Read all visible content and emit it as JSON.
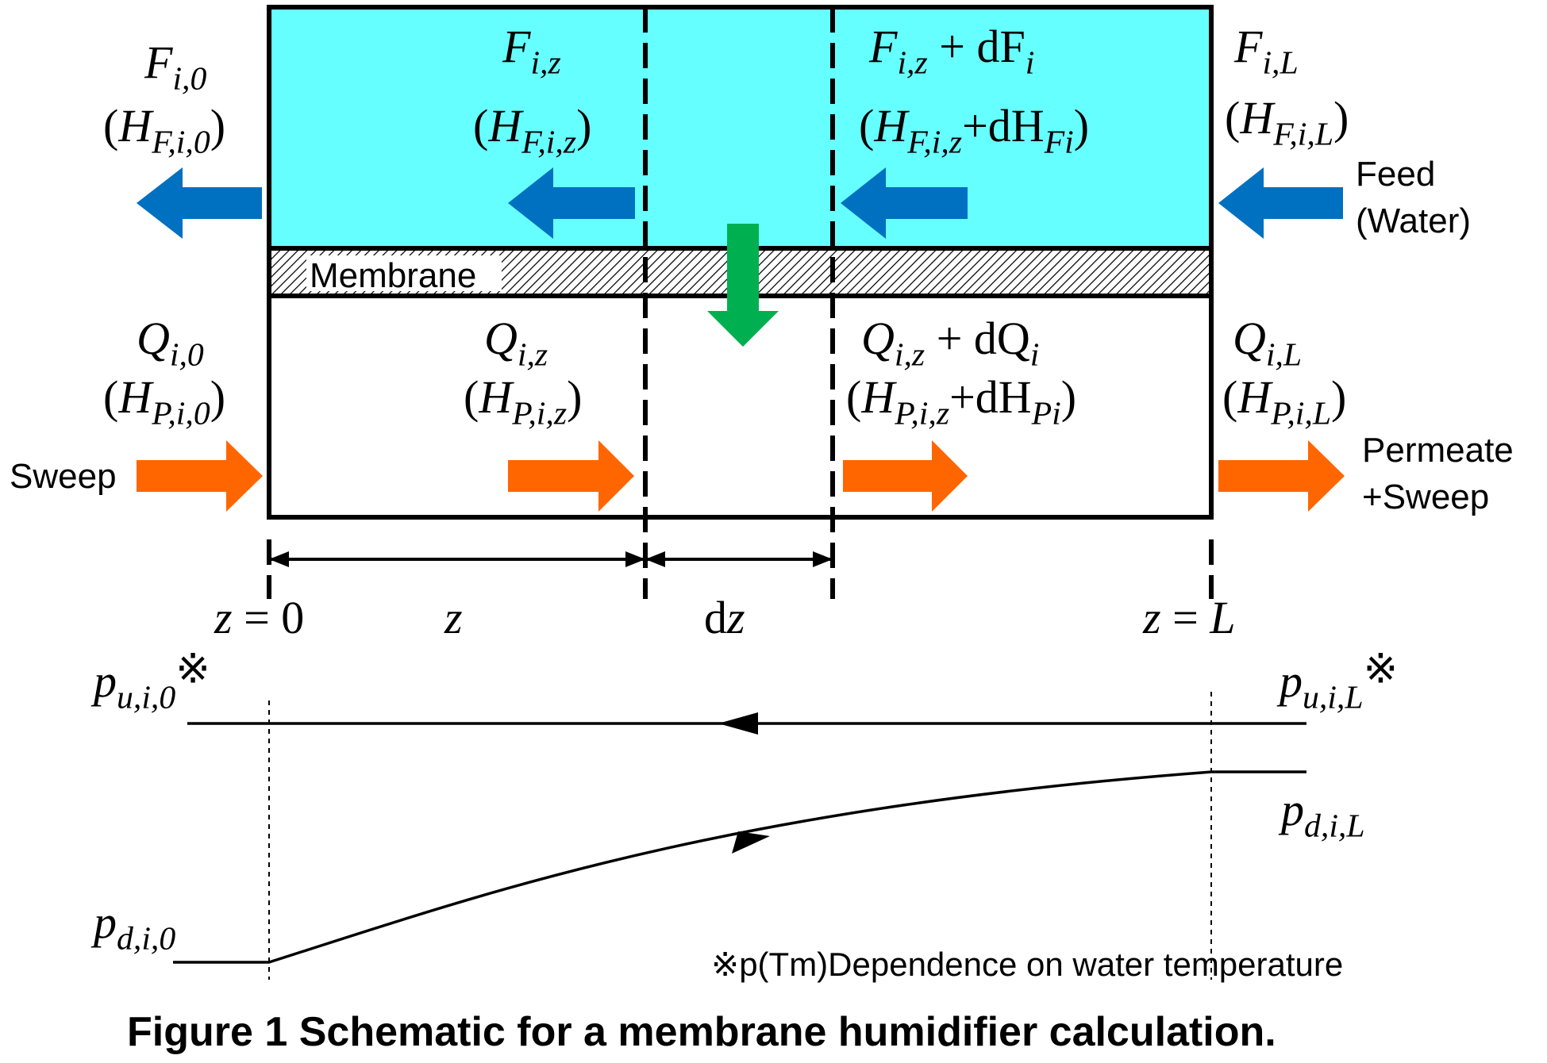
{
  "labels": {
    "F_i0": {
      "base": "F",
      "sub": "i,0"
    },
    "F_iz": {
      "base": "F",
      "sub": "i,z"
    },
    "F_iz_dF": {
      "base": "F",
      "sub": "i,z",
      "mid": " + dF",
      "sub2": "i"
    },
    "F_iL": {
      "base": "F",
      "sub": "i,L"
    },
    "HF_i0": {
      "open": "(H",
      "sub": "F,i,0",
      "close": ")"
    },
    "HF_iz": {
      "open": "(H",
      "sub": "F,i,z",
      "close": ")"
    },
    "HF_iz_dH": {
      "open": "(H",
      "sub": "F,i,z",
      "mid": "+dH",
      "sub2": "Fi",
      "close": ")"
    },
    "HF_iL": {
      "open": "(H",
      "sub": "F,i,L",
      "close": ")"
    },
    "Q_i0": {
      "base": "Q",
      "sub": "i,0"
    },
    "Q_iz": {
      "base": "Q",
      "sub": "i,z"
    },
    "Q_iz_dQ": {
      "base": "Q",
      "sub": "i,z",
      "mid": " + dQ",
      "sub2": "i"
    },
    "Q_iL": {
      "base": "Q",
      "sub": "i,L"
    },
    "HP_i0": {
      "open": "(H",
      "sub": "P,i,0",
      "close": ")"
    },
    "HP_iz": {
      "open": "(H",
      "sub": "P,i,z",
      "close": ")"
    },
    "HP_iz_dH": {
      "open": "(H",
      "sub": "P,i,z",
      "mid": "+dH",
      "sub2": "Pi",
      "close": ")"
    },
    "HP_iL": {
      "open": "(H",
      "sub": "P,i,L",
      "close": ")"
    },
    "membrane": "Membrane",
    "feed_line1": "Feed",
    "feed_line2": "(Water)",
    "sweep": "Sweep",
    "permeate_line1": "Permeate",
    "permeate_line2": "+Sweep",
    "z0": "z = 0",
    "z": "z",
    "dz": "dz",
    "zL": "z = L",
    "pu_i0": {
      "base": "p",
      "sub": "u,i,0",
      "mark": "※"
    },
    "pu_iL": {
      "base": "p",
      "sub": "u,i,L",
      "mark": "※"
    },
    "pd_iL": {
      "base": "p",
      "sub": "d,i,L"
    },
    "pd_i0": {
      "base": "p",
      "sub": "d,i,0"
    },
    "footnote": "※p(Tm)Dependence on water temperature",
    "caption": "Figure 1  Schematic for a membrane humidifier calculation."
  },
  "colors": {
    "feed_fill": "#66FFFF",
    "feed_arrow": "#0070C0",
    "sweep_arrow": "#FF6600",
    "transfer_arrow": "#00B050",
    "line": "#000000"
  }
}
